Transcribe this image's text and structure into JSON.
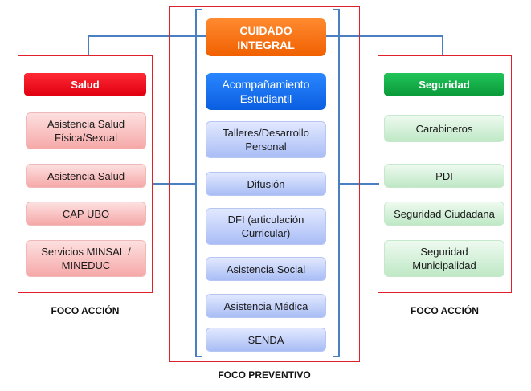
{
  "center": {
    "title": "CUIDADO\nINTEGRAL",
    "subtitle": "Acompañamiento\nEstudiantil",
    "items": [
      "Talleres/Desarrollo\nPersonal",
      "Difusión",
      "DFI (articulación\nCurricular)",
      "Asistencia Social",
      "Asistencia Médica",
      "SENDA"
    ],
    "caption": "FOCO PREVENTIVO"
  },
  "left": {
    "header": "Salud",
    "items": [
      "Asistencia Salud\nFísica/Sexual",
      "Asistencia Salud",
      "CAP UBO",
      "Servicios MINSAL /\nMINEDUC"
    ],
    "caption": "FOCO ACCIÓN"
  },
  "right": {
    "header": "Seguridad",
    "items": [
      "Carabineros",
      "PDI",
      "Seguridad Ciudadana",
      "Seguridad\nMunicipalidad"
    ],
    "caption": "FOCO ACCIÓN"
  },
  "colors": {
    "frame": "#e0202a",
    "connector": "#4a7fc1",
    "salud_header": "#ff2a35",
    "seguridad_header": "#22c45a",
    "cuidado_header": "#ff8a30",
    "acompanamiento_header": "#2a86ff"
  }
}
